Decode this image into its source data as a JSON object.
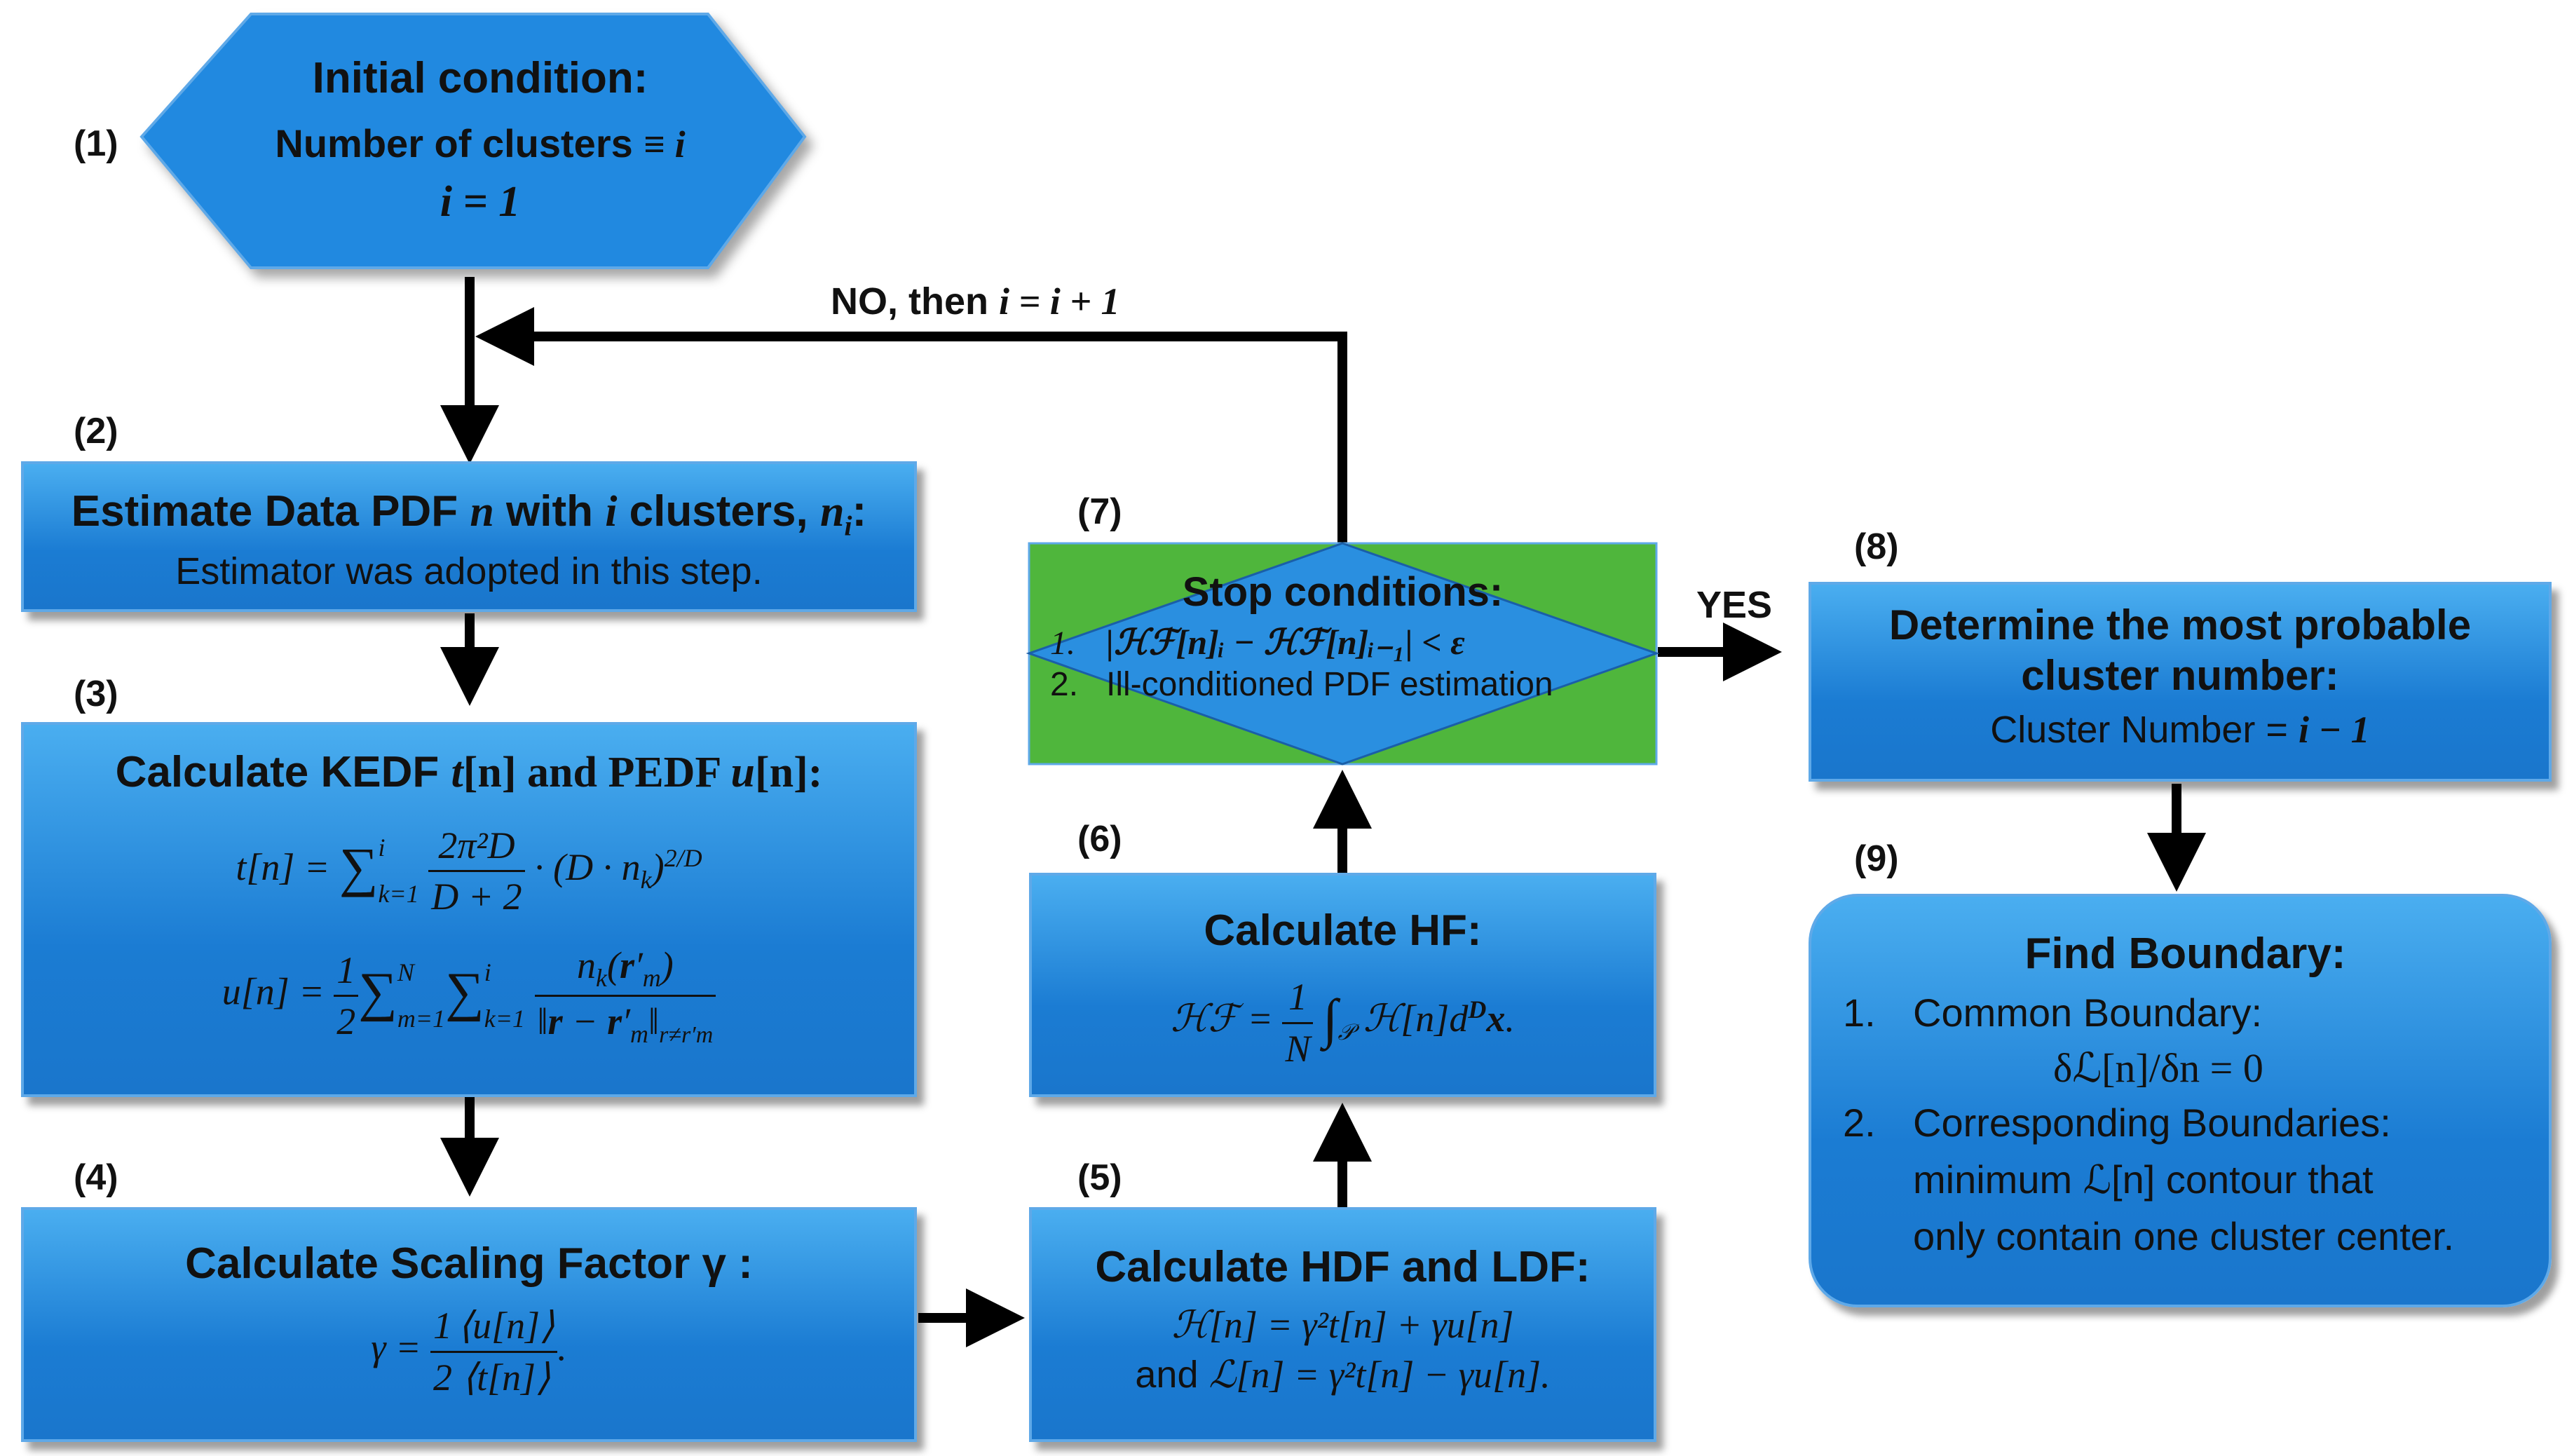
{
  "steps": {
    "s1": {
      "num": "(1)",
      "title": "Initial condition:",
      "line1": "Number of clusters",
      "math": "≡ i",
      "math2": "i = 1"
    },
    "s2": {
      "num": "(2)",
      "title_a": "Estimate Data PDF ",
      "title_b": "n",
      "title_c": " with ",
      "title_d": "i",
      "title_e": " clusters, ",
      "title_f": "n",
      "title_g": "i",
      "title_h": ":",
      "sub": "Estimator was adopted in this step."
    },
    "s3": {
      "num": "(3)",
      "title_a": "Calculate KEDF ",
      "title_b": "t",
      "title_c": "[n] and PEDF ",
      "title_d": "u",
      "title_e": "[n]:"
    },
    "s4": {
      "num": "(4)",
      "title": "Calculate Scaling Factor γ :"
    },
    "s5": {
      "num": "(5)",
      "title": "Calculate HDF and LDF:",
      "eq1": "ℋ[n] = γ²t[n] + γu[n]",
      "eq2_a": "and ",
      "eq2_b": "ℒ[n] = γ²t[n] − γu[n]."
    },
    "s6": {
      "num": "(6)",
      "title": "Calculate HF:"
    },
    "s7": {
      "num": "(7)",
      "title": "Stop conditions:",
      "item1_n": "1.",
      "item1": "|ℋℱ[n]ᵢ − ℋℱ[n]ᵢ₋₁| < ε",
      "item2_n": "2.",
      "item2": "Ill-conditioned PDF estimation"
    },
    "s8": {
      "num": "(8)",
      "title1": "Determine the most probable",
      "title2": "cluster number:",
      "sub_a": "Cluster Number = ",
      "sub_b": "i − 1"
    },
    "s9": {
      "num": "(9)",
      "title": "Find Boundary:",
      "i1_n": "1.",
      "i1": "Common Boundary:",
      "i1_eq": "δℒ[n]/δn = 0",
      "i2_n": "2.",
      "i2_a": "Corresponding Boundaries:",
      "i2_b": "minimum ℒ[n] contour that",
      "i2_c": "only contain one cluster center."
    }
  },
  "labels": {
    "no": "NO, then ",
    "no_math": "i = i + 1",
    "yes": "YES"
  },
  "colors": {
    "box": "#1b7cd3",
    "box_light": "#4aaef0",
    "stop_box": "#4fb63c",
    "stop_diamond": "#2a8fe0",
    "arrow": "#000000"
  }
}
